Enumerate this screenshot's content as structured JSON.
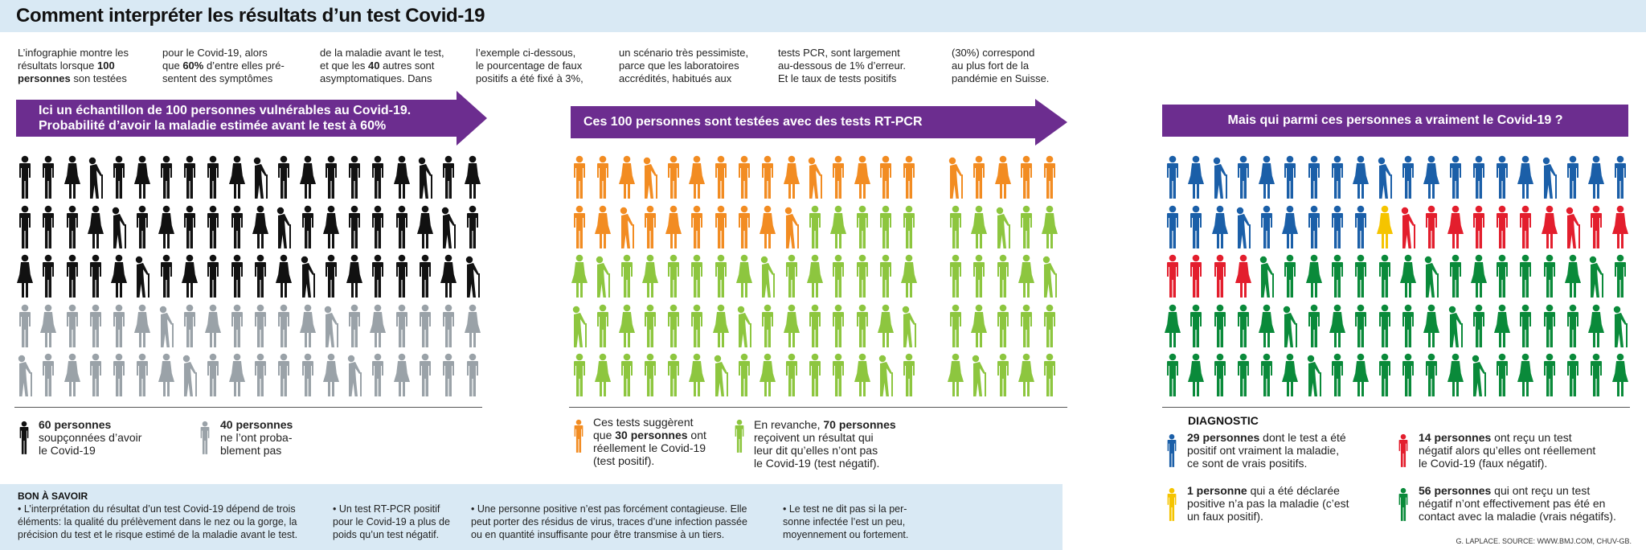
{
  "title": "Comment interpréter les résultats d’un test Covid-19",
  "intro": [
    [
      "L’infographie montre les",
      "résultats lorsque ",
      "100",
      "personnes",
      " son testées"
    ],
    [
      "pour le Covid-19, alors",
      "que ",
      "60%",
      " d’entre elles pré-",
      "sentent des symptômes"
    ],
    [
      "de la maladie avant le test,",
      "et que les ",
      "40",
      " autres sont",
      "asymptomatiques. Dans"
    ],
    [
      "l’exemple ci-dessous,",
      "le pourcentage de faux",
      "positifs a été fixé à 3%,"
    ],
    [
      "un scénario très pessimiste,",
      "parce que les laboratoires",
      "accrédités, habitués aux"
    ],
    [
      "tests PCR, sont largement",
      "au-dessous de 1% d’erreur.",
      "Et le taux de tests positifs"
    ],
    [
      "(30%) correspond",
      "au plus fort de la",
      "pandémie en Suisse."
    ]
  ],
  "banners": {
    "b1_line1": "Ici un échantillon de 100 personnes vulnérables au Covid-19.",
    "b1_line2": "Probabilité d’avoir la  maladie estimée avant le test à ",
    "b1_pct": "60%",
    "b2": "Ces 100 personnes sont testées avec des tests RT-PCR",
    "b3": "Mais qui parmi ces personnes a vraiment le Covid-19 ?"
  },
  "colors": {
    "black": "#111111",
    "grey": "#9aa2a8",
    "orange": "#f28c22",
    "light_green": "#8dc63f",
    "blue": "#1b5fa8",
    "red": "#e31e2d",
    "yellow": "#f5c400",
    "green": "#0a8a3a",
    "purple": "#6c2d8f"
  },
  "panel1": {
    "counts": {
      "black": 60,
      "grey": 40
    },
    "legend": {
      "a_bold": "60 personnes",
      "a_rest": [
        "soupçonnées d’avoir",
        "le Covid-19"
      ],
      "b_bold": "40 personnes",
      "b_rest": [
        "ne l’ont proba-",
        "blement pas"
      ]
    }
  },
  "panel2": {
    "counts": {
      "orange": 30,
      "light_green": 70
    },
    "legend": {
      "a_pre": "Ces tests suggèrent",
      "a_mid_pre": "que ",
      "a_bold": "30 personnes",
      "a_mid_post": " ont",
      "a_rest": [
        "réellement le Covid-19",
        "(test positif)."
      ],
      "b_pre": "En revanche, ",
      "b_bold": "70 personnes",
      "b_rest": [
        "reçoivent un résultat qui",
        "leur dit qu’elles n’ont pas",
        "le Covid-19 (test négatif)."
      ]
    }
  },
  "panel3": {
    "counts": {
      "blue": 29,
      "yellow": 1,
      "red": 14,
      "green": 56
    },
    "diagnostic_title": "DIAGNOSTIC",
    "items": [
      {
        "bold": "29 personnes",
        "lines": [
          " dont le test a été",
          "positif ont vraiment la maladie,",
          "ce sont de vrais positifs."
        ]
      },
      {
        "bold": "14 personnes",
        "lines": [
          " ont reçu un test",
          "négatif alors qu’elles ont réellement",
          "le Covid-19 (faux négatif)."
        ]
      },
      {
        "bold": "1 personne",
        "lines": [
          " qui a été déclarée",
          "positive n’a pas la maladie (c’est",
          "un faux positif)."
        ]
      },
      {
        "bold": "56 personnes",
        "lines": [
          " qui ont reçu un test",
          "négatif n’ont effectivement pas été en",
          "contact avec la maladie (vrais négatifs)."
        ]
      }
    ]
  },
  "bon": {
    "title": "BON À SAVOIR",
    "cols": [
      [
        "• L’interprétation du résultat d’un test Covid-19 dépend de trois",
        "éléments: la qualité du prélèvement dans le nez ou la gorge, la",
        "précision du test et le risque estimé de la maladie avant le test."
      ],
      [
        "• Un test RT-PCR positif",
        "pour le Covid-19 a plus de",
        "poids qu’un test négatif."
      ],
      [
        "• Une personne positive n’est pas forcément contagieuse. Elle",
        "peut porter des résidus de virus, traces d’une infection passée",
        "ou en quantité insuffisante pour être transmise à un tiers."
      ],
      [
        "• Le test ne dit pas si la per-",
        "sonne infectée l’est un peu,",
        "moyennement ou fortement."
      ]
    ]
  },
  "credit": "G. LAPLACE. SOURCE: WWW.BMJ.COM, CHUV-GB."
}
